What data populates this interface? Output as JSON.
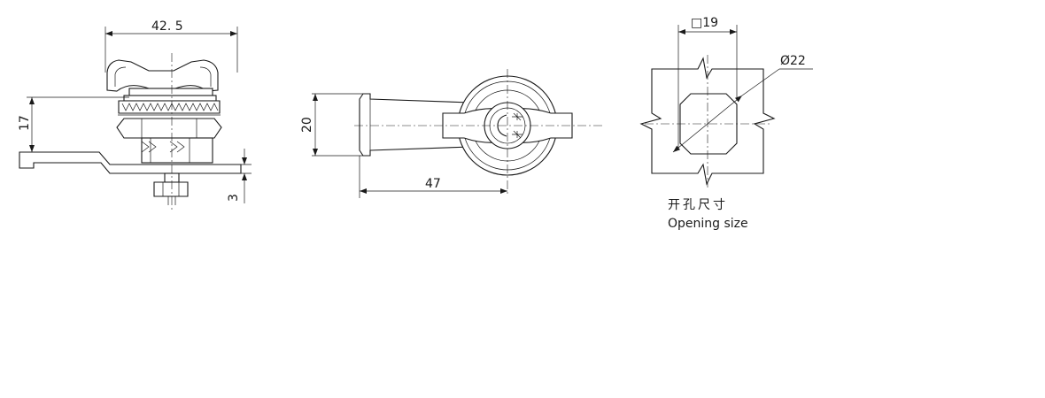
{
  "views": {
    "side": {
      "width_dim": "42. 5",
      "height_dim": "17",
      "cam_dim": "3"
    },
    "front": {
      "height_dim": "20",
      "length_dim": "47"
    },
    "cutout": {
      "square_dim": "□19",
      "diameter_dim": "Ø22",
      "caption_cn": "开孔尺寸",
      "caption_en": "Opening size"
    }
  }
}
